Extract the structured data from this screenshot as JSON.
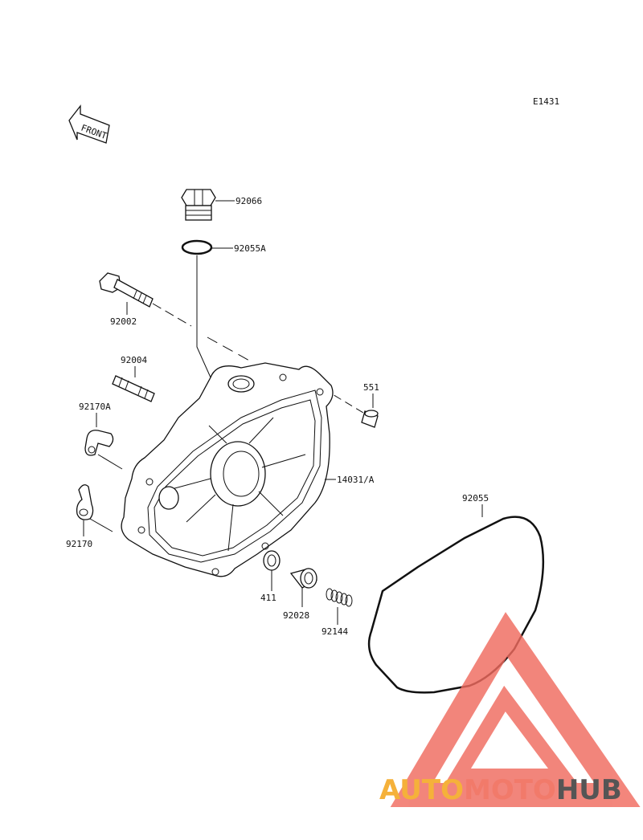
{
  "diagram": {
    "code": "E1431",
    "front_label": "FRONT",
    "parts": {
      "filler_cap": "92066",
      "oring_small": "92055A",
      "bolt": "92002",
      "stud": "92004",
      "clamp_a": "92170A",
      "clamp": "92170",
      "dowel": "551",
      "cover": "14031/A",
      "gasket": "92055",
      "oil_seal": "411",
      "collar": "92028",
      "spring": "92144"
    }
  },
  "watermark": {
    "auto": "AUTO",
    "moto": "MOTO",
    "hub": "HUB",
    "colors": {
      "auto": "#f5b13a",
      "moto": "#f27a6a",
      "hub": "#555555",
      "triangle": "#f06b5f"
    }
  }
}
